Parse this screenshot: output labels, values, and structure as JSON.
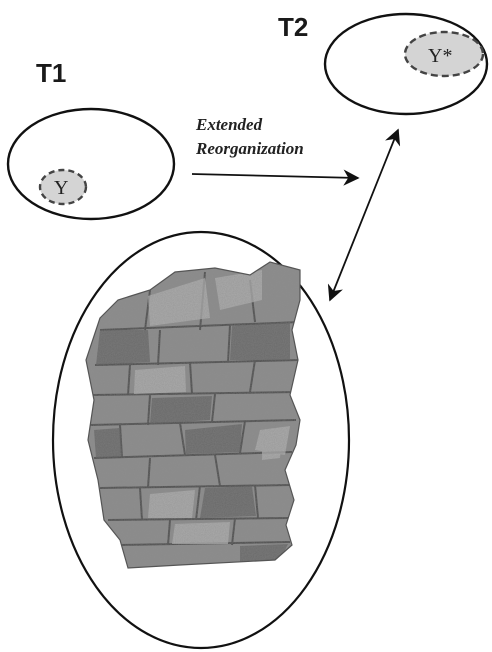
{
  "labels": {
    "t1": "T1",
    "t2": "T2",
    "y": "Y",
    "y_star": "Y*",
    "arrow_line1": "Extended",
    "arrow_line2": "Reorganization"
  },
  "colors": {
    "stroke": "#111111",
    "region_fill": "#d4d4d4",
    "dashed_stroke": "#444444",
    "stone_base": "#8c8c8c",
    "stone_dark": "#5a5a5a",
    "stone_light": "#b6b6b6"
  },
  "specimen": {
    "description_icon": "stone-fragment-image"
  }
}
